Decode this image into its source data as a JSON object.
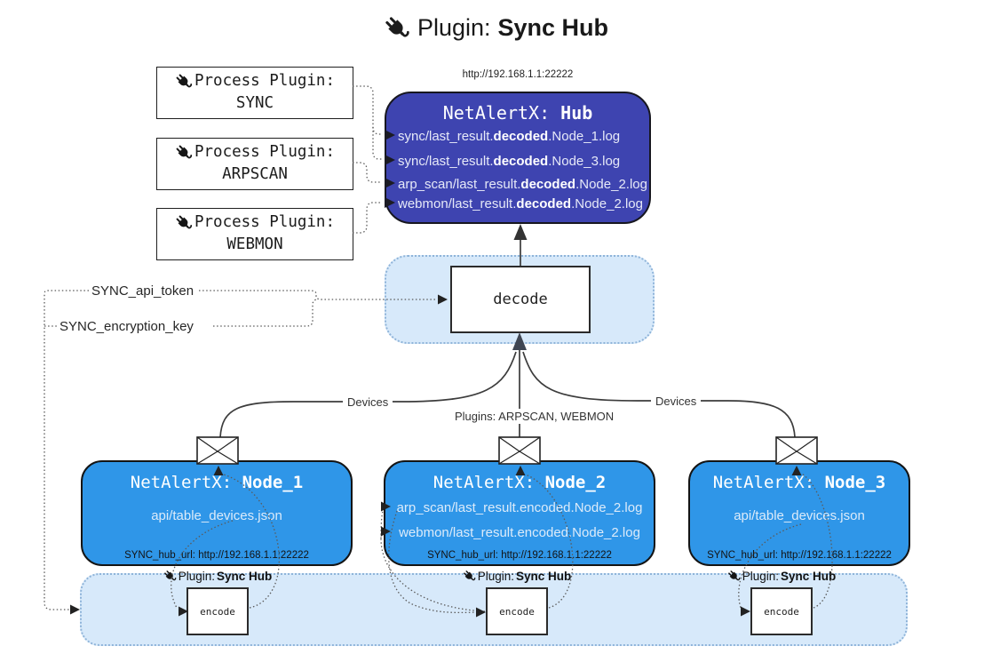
{
  "title": {
    "prefix": "Plugin: ",
    "bold": "Sync Hub"
  },
  "process_plugins": [
    {
      "label": "Process Plugin:",
      "name": "SYNC"
    },
    {
      "label": "Process Plugin:",
      "name": "ARPSCAN"
    },
    {
      "label": "Process Plugin:",
      "name": "WEBMON"
    }
  ],
  "hub": {
    "url": "http://192.168.1.1:22222",
    "title_prefix": "NetAlertX: ",
    "title_bold": "Hub",
    "lines": [
      {
        "pre": "sync/last_result.",
        "bold": "decoded",
        "post": ".Node_1.log"
      },
      {
        "pre": "sync/last_result.",
        "bold": "decoded",
        "post": ".Node_3.log"
      },
      {
        "pre": "arp_scan/last_result.",
        "bold": "decoded",
        "post": ".Node_2.log"
      },
      {
        "pre": "webmon/last_result.",
        "bold": "decoded",
        "post": ".Node_2.log"
      }
    ]
  },
  "decode_label": "decode",
  "config_labels": {
    "api_token": "SYNC_api_token",
    "encryption_key": "SYNC_encryption_key"
  },
  "edge_labels": {
    "devices_left": "Devices",
    "plugins_mid": "Plugins: ARPSCAN, WEBMON",
    "devices_right": "Devices"
  },
  "nodes": [
    {
      "title_prefix": "NetAlertX: ",
      "title_bold": "Node_1",
      "lines": [
        "api/table_devices.json"
      ],
      "hub_url": "SYNC_hub_url: http://192.168.1.1:22222"
    },
    {
      "title_prefix": "NetAlertX: ",
      "title_bold": "Node_2",
      "lines": [
        "arp_scan/last_result.encoded.Node_2.log",
        "webmon/last_result.encoded.Node_2.log"
      ],
      "hub_url": "SYNC_hub_url: http://192.168.1.1:22222"
    },
    {
      "title_prefix": "NetAlertX: ",
      "title_bold": "Node_3",
      "lines": [
        "api/table_devices.json"
      ],
      "hub_url": "SYNC_hub_url: http://192.168.1.1:22222"
    }
  ],
  "encode": {
    "plugin_prefix": "Plugin: ",
    "plugin_bold": "Sync Hub",
    "box_label": "encode"
  },
  "colors": {
    "hub_fill": "#3e44b0",
    "hub_text": "#e6e9f8",
    "node_fill": "#2f96e8",
    "node_text": "#dcebfa",
    "band_fill": "#d7e9fa",
    "band_border": "#8fb4d9"
  }
}
